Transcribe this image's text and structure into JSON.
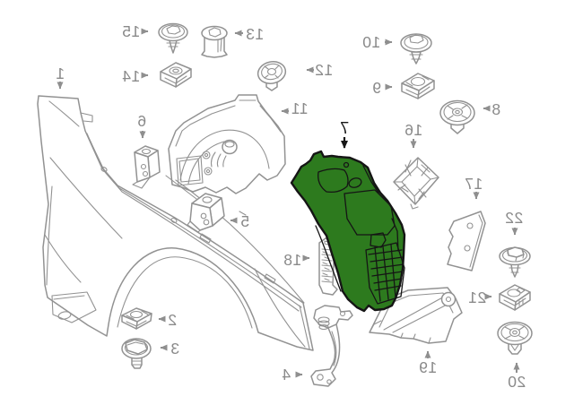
{
  "diagram": {
    "description_labels": {
      "highlighted_part_number": "7"
    },
    "colors": {
      "background": "#ffffff",
      "line_art": "#929292",
      "label_text": "#8a8a8a",
      "highlight_fill": "#2d7a1e",
      "highlight_outline": "#151515",
      "highlight_label": "#151515"
    },
    "parts": [
      {
        "number": "1"
      },
      {
        "number": "2"
      },
      {
        "number": "3"
      },
      {
        "number": "4"
      },
      {
        "number": "5"
      },
      {
        "number": "6"
      },
      {
        "number": "7",
        "highlighted": true
      },
      {
        "number": "8"
      },
      {
        "number": "9"
      },
      {
        "number": "10"
      },
      {
        "number": "11"
      },
      {
        "number": "12"
      },
      {
        "number": "13"
      },
      {
        "number": "14"
      },
      {
        "number": "15"
      },
      {
        "number": "16"
      },
      {
        "number": "17"
      },
      {
        "number": "18"
      },
      {
        "number": "19"
      },
      {
        "number": "20"
      },
      {
        "number": "21"
      },
      {
        "number": "22"
      }
    ]
  }
}
